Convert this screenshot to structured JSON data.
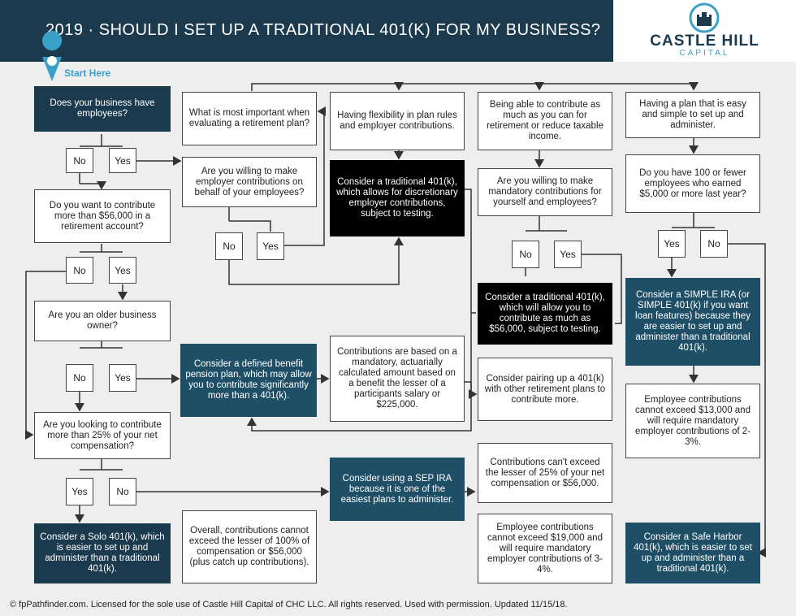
{
  "header": {
    "title": "2019 · SHOULD I SET UP A TRADITIONAL 401(K) FOR MY BUSINESS?"
  },
  "logo": {
    "name": "CASTLE HILL",
    "sub": "CAPITAL"
  },
  "start": "Start Here",
  "nodes": {
    "q_employees": "Does your business have employees?",
    "q_contribute_56k": "Do you want to contribute more than $56,000 in a retirement account?",
    "q_older": "Are you an older business owner?",
    "q_25pct": "Are you looking to contribute more than 25% of your net compensation?",
    "solo401k": "Consider a Solo 401(k), which is easier to set up and administer than a traditional 401(k).",
    "overall_limit": "Overall, contributions cannot exceed the lesser of 100% of compensation or $56,000 (plus catch up contributions).",
    "q_important": "What is most important when evaluating a retirement plan?",
    "q_employer_contrib": "Are you willing to make employer contributions on behalf of your employees?",
    "flexibility": "Having flexibility in plan rules and employer contributions.",
    "trad_discretionary": "Consider a traditional 401(k), which allows for discretionary employer contributions, subject to testing.",
    "contribute_max": "Being able to contribute as much as you can for retirement or reduce taxable income.",
    "q_mandatory": "Are you willing to make mandatory contributions for yourself and employees?",
    "trad_56k": "Consider a traditional 401(k), which will allow you to contribute as much as $56,000, subject to testing.",
    "pairing": "Consider pairing up a 401(k) with other retirement plans to contribute more.",
    "easy_plan": "Having a plan that is easy and simple to set up and administer.",
    "q_100_employees": "Do you have 100 or fewer employees who earned $5,000 or more last year?",
    "simple_ira": "Consider a SIMPLE IRA (or SIMPLE 401(k) if you want loan features) because they are easier to set up and administer than a traditional 401(k).",
    "simple_limit": "Employee contributions cannot exceed $13,000 and will require mandatory employer contributions of 2-3%.",
    "defined_benefit": "Consider a defined benefit pension plan, which may allow you to contribute significantly more than a 401(k).",
    "db_contrib": "Contributions are based on a mandatory, actuarially calculated amount based on a benefit the lesser of a participants salary or $225,000.",
    "sep_ira": "Consider using a SEP IRA because it is one of the easiest plans to administer.",
    "sep_limit": "Contributions can't exceed the lesser of 25% of your net compensation or $56,000.",
    "safe_harbor_limit": "Employee contributions cannot exceed $19,000 and will require mandatory employer contributions of 3-4%.",
    "safe_harbor": "Consider a Safe Harbor 401(k), which is easier to set up and administer than a traditional 401(k)."
  },
  "answers": {
    "yes": "Yes",
    "no": "No"
  },
  "footer": "© fpPathfinder.com. Licensed for the sole use of Castle Hill Capital of CHC LLC. All rights reserved. Used with permission. Updated 11/15/18.",
  "colors": {
    "navy": "#1c3a4e",
    "teal": "#1f4f66",
    "accent": "#3aa0c8"
  }
}
